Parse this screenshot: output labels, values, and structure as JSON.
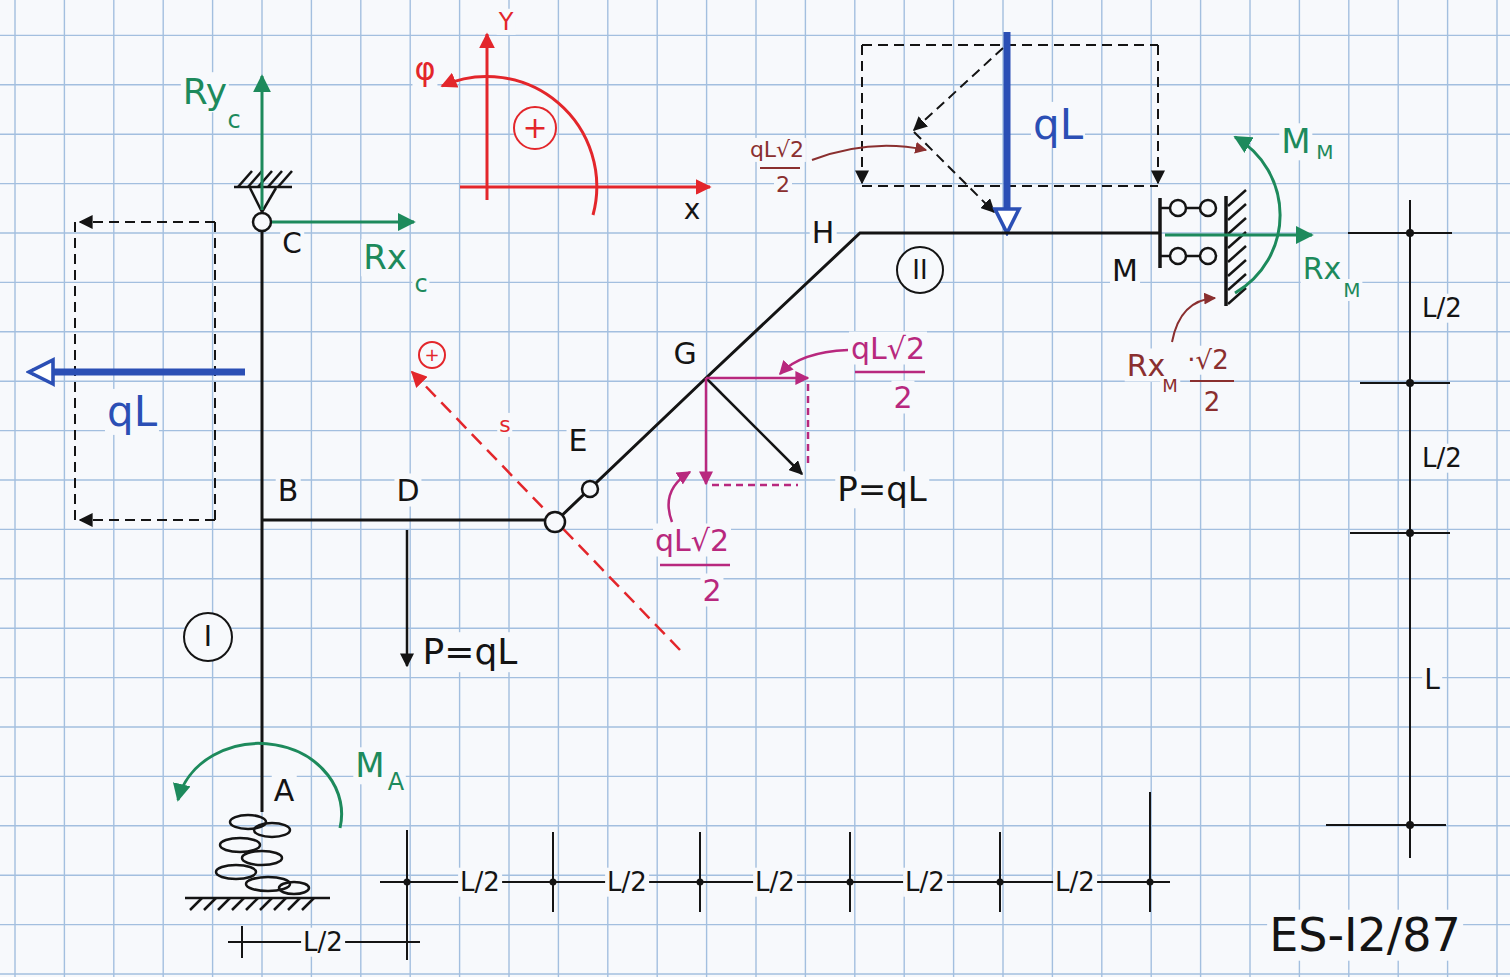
{
  "diagram": {
    "nodes": [
      {
        "text": [
          "+"
        ]
      },
      {
        "text": [
          "II"
        ]
      },
      {
        "text": [
          "+"
        ]
      },
      {
        "text": [
          "I"
        ]
      }
    ],
    "labels": [
      "Ry",
      "c",
      "φ",
      "Y",
      "x",
      "C",
      "Rx",
      "c",
      "qL",
      "B",
      "D",
      "E",
      "G",
      "H",
      "M",
      "P=qL",
      "P=qL",
      "qL√2",
      "2",
      "qL√2",
      "2",
      "qL√2",
      "2",
      "qL",
      "M",
      "M",
      "Rx",
      "M",
      "Rx",
      "M",
      "·√2",
      "2",
      "M",
      "A",
      "A",
      "s",
      "L/2",
      "L/2",
      "L/2",
      "L/2",
      "L/2",
      "L/2",
      "L/2",
      "L/2",
      "L",
      "ES-I2/87"
    ]
  }
}
